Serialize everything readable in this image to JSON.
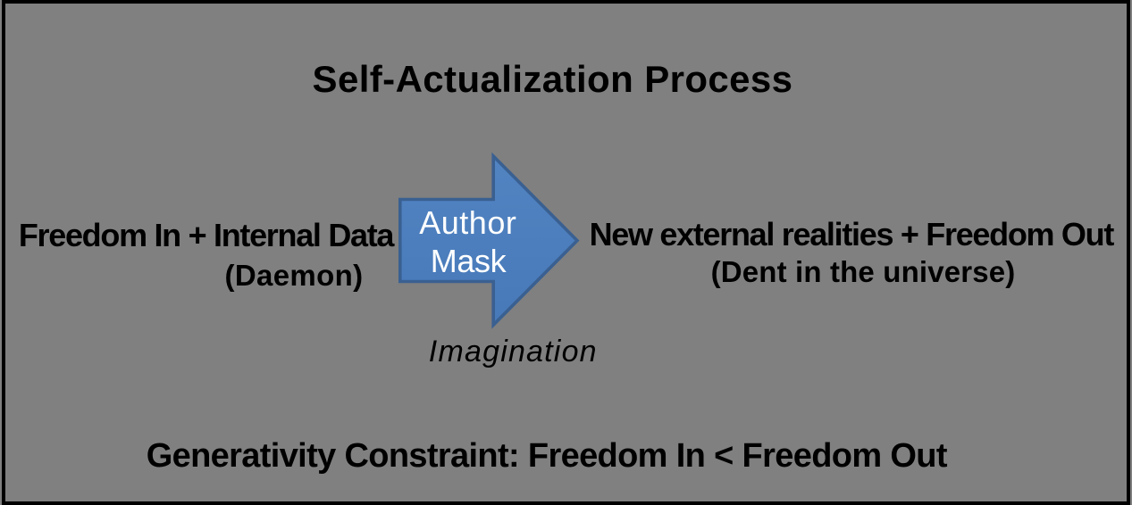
{
  "canvas": {
    "background_color": "#808080",
    "border_color": "#000000"
  },
  "title": "Self-Actualization Process",
  "left_block": {
    "line1": "Freedom In + Internal Data",
    "line2": "(Daemon)"
  },
  "arrow": {
    "label_line1": "Author",
    "label_line2": "Mask",
    "direction": "right",
    "fill_top": "#5284C2",
    "fill_bottom": "#4779B9",
    "stroke": "#3A6091",
    "label_color": "#ffffff"
  },
  "right_block": {
    "line1": "New external realities + Freedom Out",
    "line2": "(Dent in the universe)"
  },
  "caption_below_arrow": "Imagination",
  "bottom_constraint": "Generativity Constraint: Freedom In < Freedom Out"
}
